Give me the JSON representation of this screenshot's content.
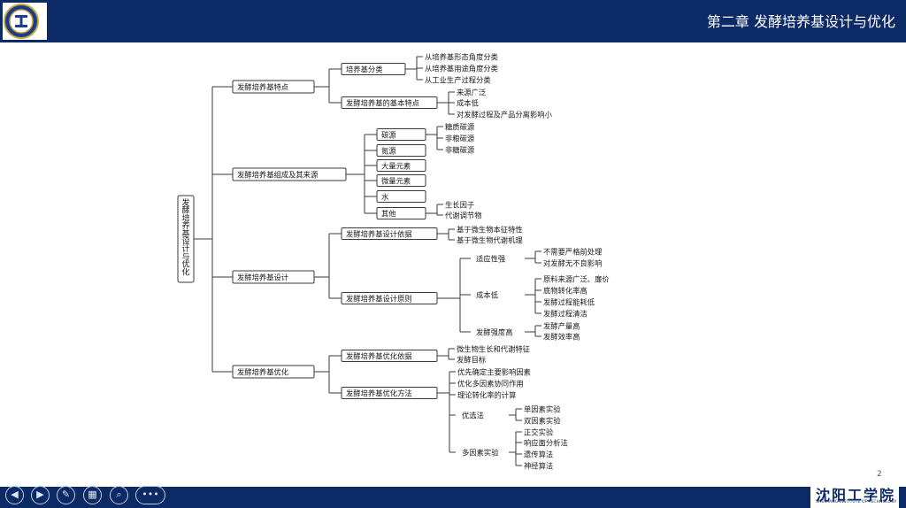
{
  "header": {
    "chapter_title": "第二章 发酵培养基设计与优化",
    "logo_icon": "university-seal-icon"
  },
  "diagram": {
    "root": "发酵培养基设计与优化",
    "branches": [
      {
        "label": "发酵培养基特点",
        "children": [
          {
            "label": "培养基分类",
            "items": [
              "从培养基形态角度分类",
              "从培养基用途角度分类",
              "从工业生产过程分类"
            ]
          },
          {
            "label": "发酵培养基的基本特点",
            "items": [
              "来源广泛",
              "成本低",
              "对发酵过程及产品分离影响小"
            ]
          }
        ]
      },
      {
        "label": "发酵培养基组成及其来源",
        "children": [
          {
            "label": "碳源",
            "items": [
              "糖质碳源",
              "非粮碳源",
              "非糖碳源"
            ]
          },
          {
            "label": "氮源",
            "items": []
          },
          {
            "label": "大量元素",
            "items": []
          },
          {
            "label": "微量元素",
            "items": []
          },
          {
            "label": "水",
            "items": []
          },
          {
            "label": "其他",
            "items": [
              "生长因子",
              "代谢调节物"
            ]
          }
        ]
      },
      {
        "label": "发酵培养基设计",
        "children": [
          {
            "label": "发酵培养基设计依据",
            "items": [
              "基于微生物本征特性",
              "基于微生物代谢机理"
            ]
          },
          {
            "label": "发酵培养基设计原则",
            "groups": [
              {
                "label": "适应性强",
                "items": [
                  "不需要严格前处理",
                  "对发酵无不良影响"
                ]
              },
              {
                "label": "成本低",
                "items": [
                  "原料来源广泛、廉价",
                  "底物转化率高",
                  "发酵过程能耗低",
                  "发酵过程清洁"
                ]
              },
              {
                "label": "发酵强度高",
                "items": [
                  "发酵产量高",
                  "发酵效率高"
                ]
              }
            ]
          }
        ]
      },
      {
        "label": "发酵培养基优化",
        "children": [
          {
            "label": "发酵培养基优化依据",
            "items": [
              "微生物生长和代谢特征",
              "发酵目标"
            ]
          },
          {
            "label": "发酵培养基优化方法",
            "items": [
              "优先确定主要影响因素",
              "优化多因素协同作用",
              "理论转化率的计算"
            ],
            "groups": [
              {
                "label": "优选法",
                "items": [
                  "单因素实验",
                  "双因素实验"
                ]
              },
              {
                "label": "多因素实验",
                "items": [
                  "正交实验",
                  "响应面分析法",
                  "遗传算法",
                  "神经算法"
                ]
              }
            ]
          }
        ]
      }
    ]
  },
  "page_number": "2",
  "footer": {
    "logo_text": "沈阳工学院",
    "logo_sub": "SHENYANG INSTITUTE OF TECHNOLOGY"
  },
  "nav": {
    "prev": "◀",
    "next": "▶",
    "pen": "✎",
    "slides": "▦",
    "zoom": "⌕",
    "more": "•••"
  },
  "colors": {
    "brand": "#0c2a66"
  }
}
